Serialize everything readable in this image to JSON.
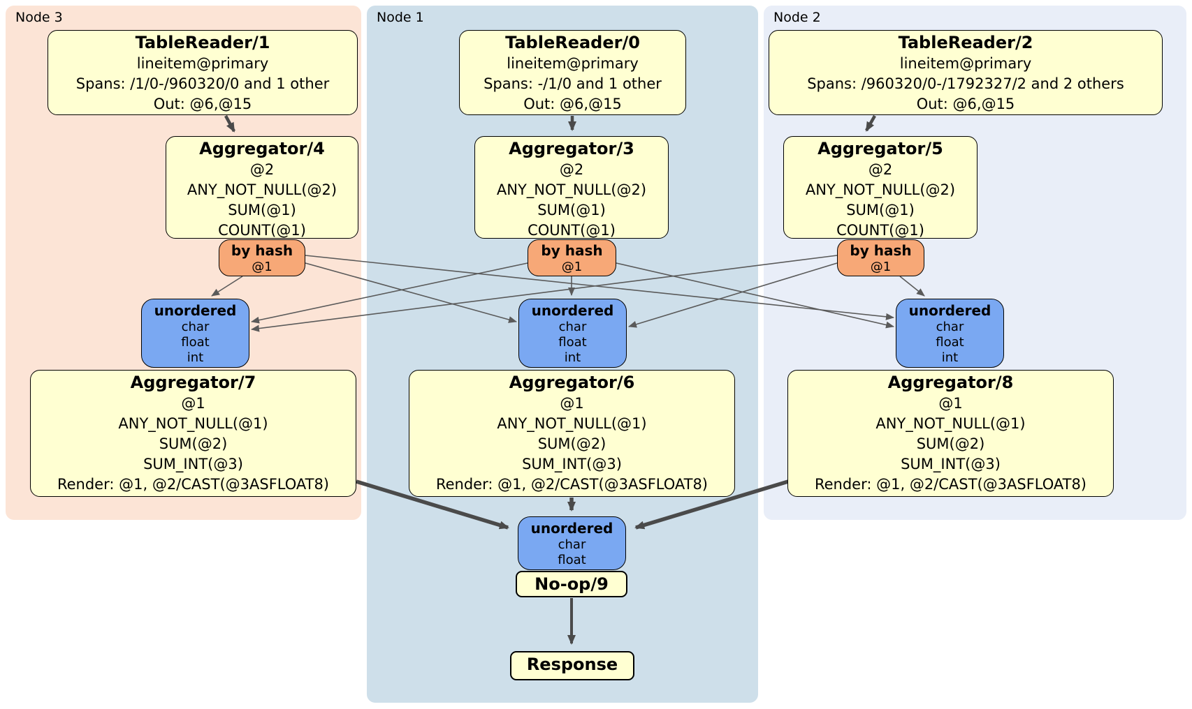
{
  "colors": {
    "region_node3": "#fce4d6",
    "region_node1": "#cedfea",
    "region_node2": "#e9eef8",
    "processor_fill": "#ffffd2",
    "router_fill": "#f7a877",
    "sync_fill": "#7aa8f2",
    "edge_thin": "#5a5a5a",
    "edge_thick": "#4a4a4a"
  },
  "regions": {
    "node3": {
      "label": "Node 3"
    },
    "node1": {
      "label": "Node 1"
    },
    "node2": {
      "label": "Node 2"
    }
  },
  "node3": {
    "tablereader": {
      "title": "TableReader/1",
      "lines": [
        "lineitem@primary",
        "Spans: /1/0-/960320/0 and 1 other",
        "Out: @6,@15"
      ]
    },
    "aggregator_top": {
      "title": "Aggregator/4",
      "lines": [
        "@2",
        "ANY_NOT_NULL(@2)",
        "SUM(@1)",
        "COUNT(@1)"
      ]
    },
    "router": {
      "title": "by hash",
      "lines": [
        "@1"
      ]
    },
    "sync": {
      "title": "unordered",
      "lines": [
        "char",
        "float",
        "int"
      ]
    },
    "aggregator_bottom": {
      "title": "Aggregator/7",
      "lines": [
        "@1",
        "ANY_NOT_NULL(@1)",
        "SUM(@2)",
        "SUM_INT(@3)",
        "Render: @1, @2/CAST(@3ASFLOAT8)"
      ]
    }
  },
  "node1": {
    "tablereader": {
      "title": "TableReader/0",
      "lines": [
        "lineitem@primary",
        "Spans: -/1/0 and 1 other",
        "Out: @6,@15"
      ]
    },
    "aggregator_top": {
      "title": "Aggregator/3",
      "lines": [
        "@2",
        "ANY_NOT_NULL(@2)",
        "SUM(@1)",
        "COUNT(@1)"
      ]
    },
    "router": {
      "title": "by hash",
      "lines": [
        "@1"
      ]
    },
    "sync": {
      "title": "unordered",
      "lines": [
        "char",
        "float",
        "int"
      ]
    },
    "aggregator_bottom": {
      "title": "Aggregator/6",
      "lines": [
        "@1",
        "ANY_NOT_NULL(@1)",
        "SUM(@2)",
        "SUM_INT(@3)",
        "Render: @1, @2/CAST(@3ASFLOAT8)"
      ]
    },
    "final_sync": {
      "title": "unordered",
      "lines": [
        "char",
        "float"
      ]
    },
    "noop": {
      "title": "No-op/9"
    },
    "response": {
      "title": "Response"
    }
  },
  "node2": {
    "tablereader": {
      "title": "TableReader/2",
      "lines": [
        "lineitem@primary",
        "Spans: /960320/0-/1792327/2 and 2 others",
        "Out: @6,@15"
      ]
    },
    "aggregator_top": {
      "title": "Aggregator/5",
      "lines": [
        "@2",
        "ANY_NOT_NULL(@2)",
        "SUM(@1)",
        "COUNT(@1)"
      ]
    },
    "router": {
      "title": "by hash",
      "lines": [
        "@1"
      ]
    },
    "sync": {
      "title": "unordered",
      "lines": [
        "char",
        "float",
        "int"
      ]
    },
    "aggregator_bottom": {
      "title": "Aggregator/8",
      "lines": [
        "@1",
        "ANY_NOT_NULL(@1)",
        "SUM(@2)",
        "SUM_INT(@3)",
        "Render: @1, @2/CAST(@3ASFLOAT8)"
      ]
    }
  }
}
